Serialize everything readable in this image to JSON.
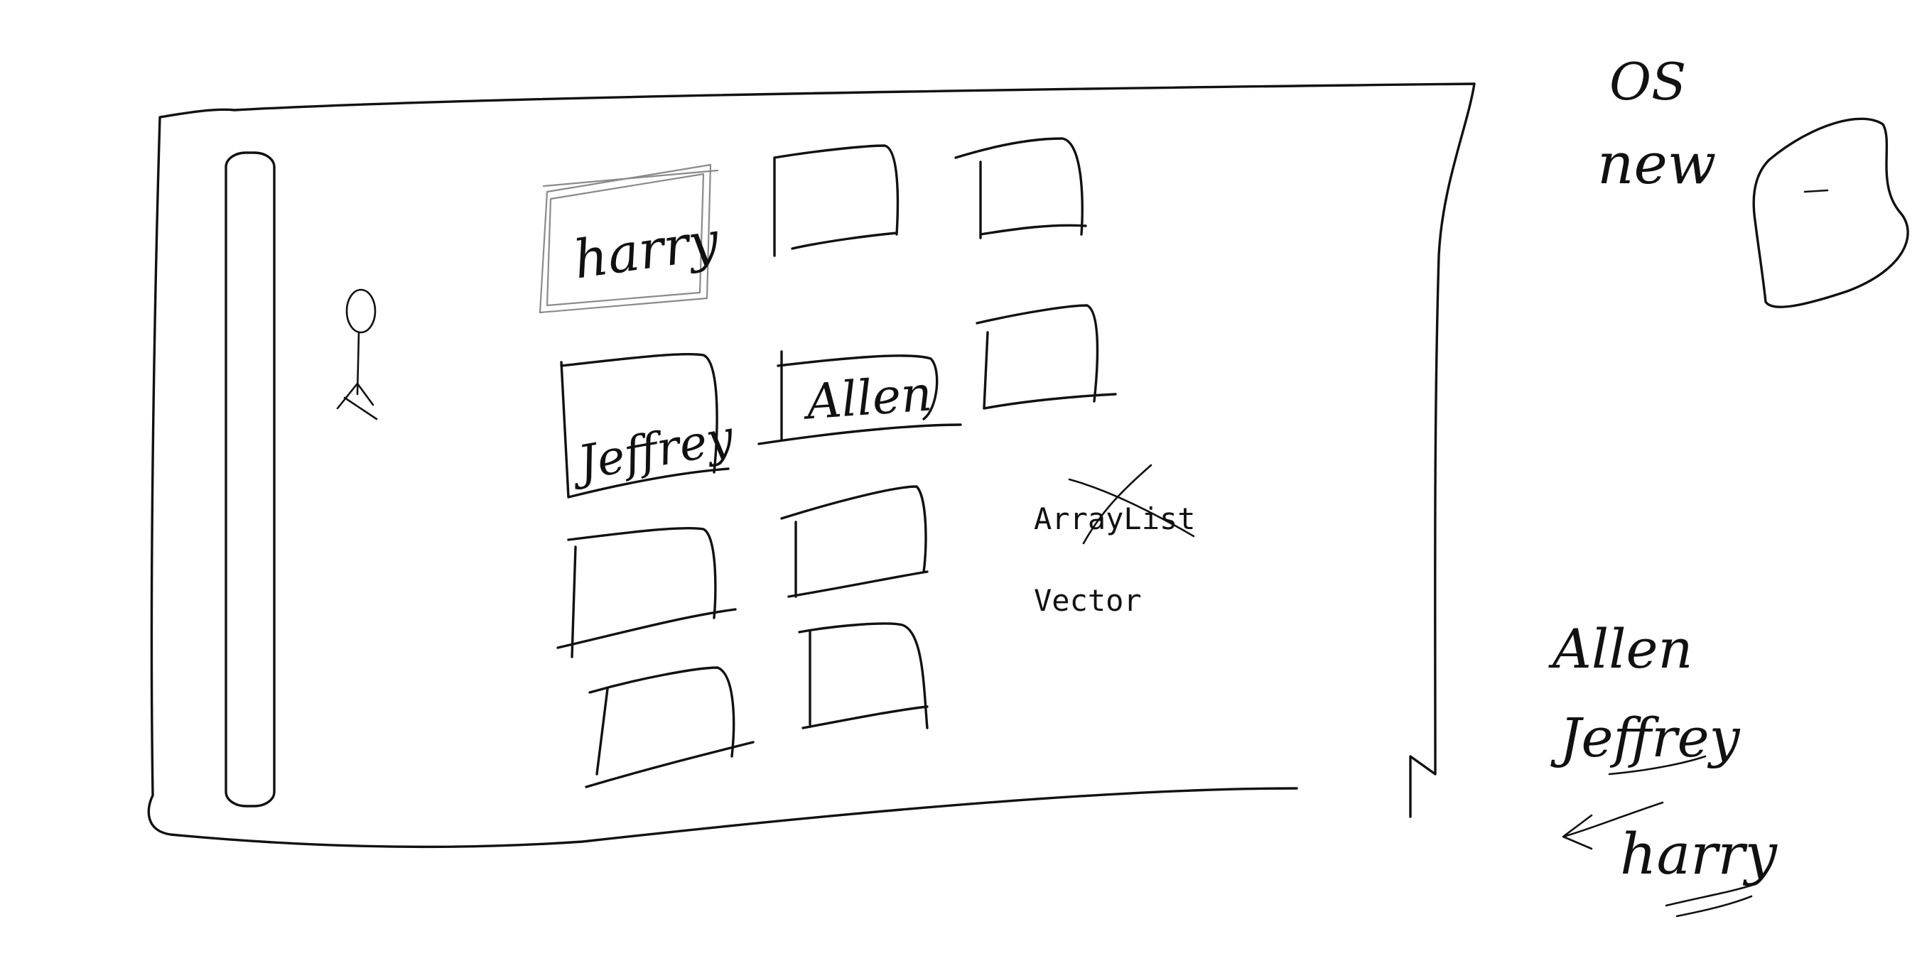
{
  "typed_text": {
    "arraylist": "ArrayList",
    "vector": "Vector"
  },
  "handwritten": {
    "os": "OS",
    "new": "new",
    "box_harry": "harry",
    "box_jeffrey": "Jeffrey",
    "box_allen": "Allen",
    "list_allen": "Allen",
    "list_jeffrey": "Jeffrey",
    "list_harry": "harry"
  },
  "annotations": {
    "arraylist_crossed_out": true,
    "harry_box_highlighted": true
  }
}
